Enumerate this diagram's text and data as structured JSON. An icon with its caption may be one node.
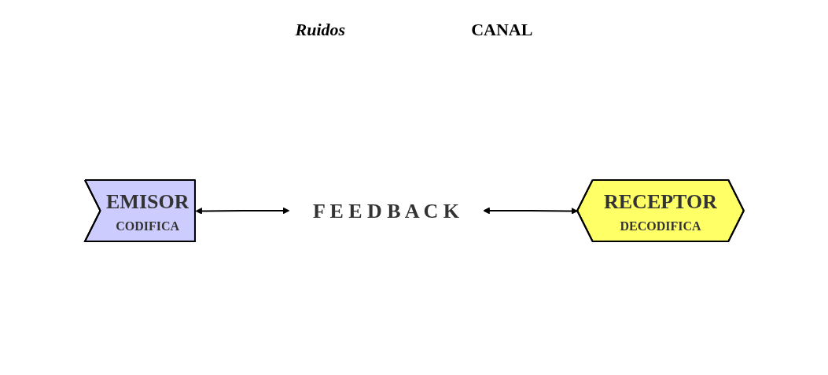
{
  "diagram": {
    "nodes": [
      {
        "text": [
          "EMISOR",
          "CODIFICA"
        ]
      },
      {
        "text": [
          "F E E D B A C K"
        ]
      },
      {
        "text": [
          "RECEPTOR",
          "DECODIFICA"
        ]
      }
    ],
    "edges": [
      {
        "from": 0,
        "to": 1,
        "arrow": "both"
      },
      {
        "from": 1,
        "to": 2,
        "arrow": "both"
      }
    ],
    "labels": [
      "Ruidos",
      "CANAL"
    ]
  }
}
